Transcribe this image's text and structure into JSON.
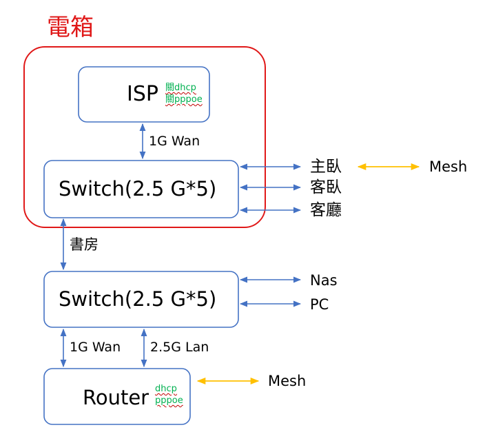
{
  "title": "電箱",
  "nodes": {
    "isp": {
      "label": "ISP",
      "notes": [
        "關dhcp",
        "關pppoe"
      ]
    },
    "switch_top": {
      "label": "Switch(2.5 G*5)"
    },
    "switch_bottom": {
      "label": "Switch(2.5 G*5)"
    },
    "router": {
      "label": "Router",
      "notes": [
        "dhcp",
        "pppoe"
      ]
    }
  },
  "links": {
    "isp_switch": "1G Wan",
    "switch_switch": "書房",
    "switch_router_wan": "1G Wan",
    "switch_router_lan": "2.5G Lan"
  },
  "endpoints_top": [
    "主臥",
    "客臥",
    "客廳"
  ],
  "mesh_top": "Mesh",
  "endpoints_bottom": [
    "Nas",
    "PC"
  ],
  "mesh_router": "Mesh",
  "colors": {
    "frame_red": "#e01818",
    "box_blue": "#4472c4",
    "mesh_orange": "#ffc000",
    "note_green": "#00b050"
  }
}
